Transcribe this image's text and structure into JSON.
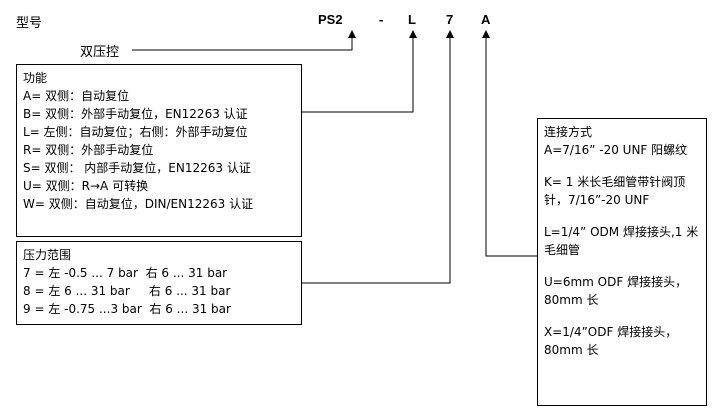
{
  "header": {
    "model_label": "型号",
    "code_parts": [
      "PS2",
      "-",
      "L",
      "7",
      "A"
    ],
    "dual_pressure_label": "双压控"
  },
  "function_box": {
    "title": "功能",
    "lines": [
      "A= 双侧：自动复位",
      "B= 双侧：外部手动复位，EN12263 认证",
      "L= 左侧：自动复位；右侧：外部手动复位",
      "R= 双侧：外部手动复位",
      "S= 双侧： 内部手动复位，EN12263 认证",
      "U= 双侧：R→A 可转换",
      "W= 双侧：自动复位，DIN/EN12263 认证"
    ]
  },
  "pressure_box": {
    "title": "压力范围",
    "lines": [
      "7 = 左 -0.5 ... 7 bar  右 6 ... 31 bar",
      "8 = 左 6 ... 31 bar     右 6 ... 31 bar",
      "9 = 左 -0.75 ...3 bar  右 6 ... 31 bar"
    ]
  },
  "connection_box": {
    "title": "连接方式",
    "items": [
      "A=7/16” -20 UNF 阳螺纹",
      "K= 1 米长毛细管带针阀顶针，7/16”-20 UNF",
      "L=1/4” ODM 焊接接头,1 米毛细管",
      "U=6mm ODF 焊接接头，80mm 长",
      "X=1/4”ODF 焊接接头，80mm 长"
    ]
  }
}
